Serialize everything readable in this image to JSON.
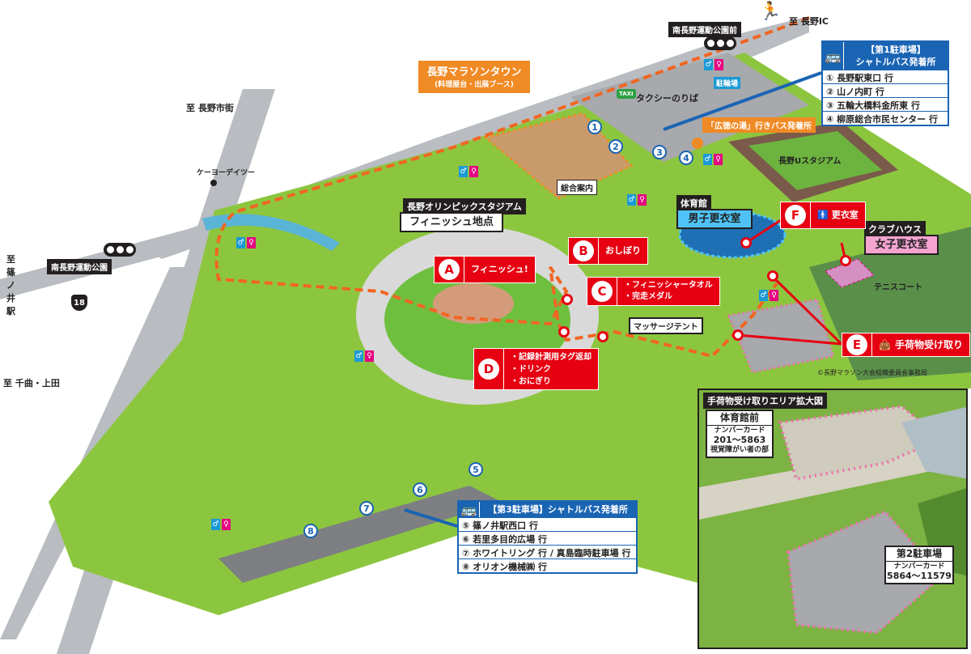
{
  "directions": {
    "ic": "至 長野IC",
    "city": "至 長野市街",
    "shinonoi": "至 篠ノ井駅",
    "chikuma": "至 千曲・上田"
  },
  "landmarks": {
    "park_front_signal": "南長野運動公園前",
    "park_signal": "南長野運動公園",
    "route_number": "18",
    "keiyo": "ケーヨーデイツー",
    "taxi_badge": "TAXI",
    "taxi": "タクシーのりば",
    "bicycle_parking": "駐輪場",
    "u_stadium": "長野Uスタジアム",
    "info": "総合案内",
    "tennis": "テニスコート",
    "massage": "マッサージテント",
    "copyright": "©長野マラソン大会組織委員会事務局"
  },
  "marathon_town": {
    "title": "長野マラソンタウン",
    "sub": "(料理屋台・出展ブース)"
  },
  "onsen_bus": "「広徳の湯」行きバス発着所",
  "stadium": {
    "name": "長野オリンピックスタジアム",
    "finish": "フィニッシュ地点"
  },
  "gym": {
    "name": "体育館",
    "room": "男子更衣室"
  },
  "clubhouse": {
    "name": "クラブハウス",
    "room": "女子更衣室"
  },
  "parking1": {
    "title_line1": "【第1駐車場】",
    "title_line2": "シャトルバス発着所",
    "routes": [
      {
        "num": "①",
        "dest": "長野駅東口 行"
      },
      {
        "num": "②",
        "dest": "山ノ内町 行"
      },
      {
        "num": "③",
        "dest": "五輪大橋料金所東 行"
      },
      {
        "num": "④",
        "dest": "柳原総合市民センター 行"
      }
    ]
  },
  "parking3": {
    "title": "【第3駐車場】シャトルバス発着所",
    "routes": [
      {
        "num": "⑤",
        "dest": "篠ノ井駅西口 行"
      },
      {
        "num": "⑥",
        "dest": "若里多目的広場 行"
      },
      {
        "num": "⑦",
        "dest": "ホワイトリング 行 / 真島臨時駐車場 行"
      },
      {
        "num": "⑧",
        "dest": "オリオン機械㈱ 行"
      }
    ]
  },
  "stops_on_map": [
    "1",
    "2",
    "3",
    "4",
    "5",
    "6",
    "7",
    "8"
  ],
  "points": {
    "A": {
      "letter": "A",
      "items": [
        "フィニッシュ!"
      ]
    },
    "B": {
      "letter": "B",
      "items": [
        "おしぼり"
      ]
    },
    "C": {
      "letter": "C",
      "items": [
        "・フィニッシャータオル",
        "・完走メダル"
      ]
    },
    "D": {
      "letter": "D",
      "items": [
        "・記録計測用タグ返却",
        "・ドリンク",
        "・おにぎり"
      ]
    },
    "E": {
      "letter": "E",
      "items": [
        "手荷物受け取り"
      ]
    },
    "F": {
      "letter": "F",
      "items": [
        "更衣室"
      ]
    }
  },
  "inset": {
    "title": "手荷物受け取りエリア拡大図",
    "gym_front": {
      "title": "体育館前",
      "line1": "ナンバーカード",
      "line2": "201〜5863",
      "line3": "視覚障がい者の部"
    },
    "parking2": {
      "title": "第2駐車場",
      "line1": "ナンバーカード",
      "line2": "5864〜11579"
    }
  },
  "colors": {
    "route": "#f26522",
    "accent_red": "#e60012",
    "bus_blue": "#1a64b4",
    "park_green": "#8cc63f",
    "orange_label": "#f08a24"
  }
}
